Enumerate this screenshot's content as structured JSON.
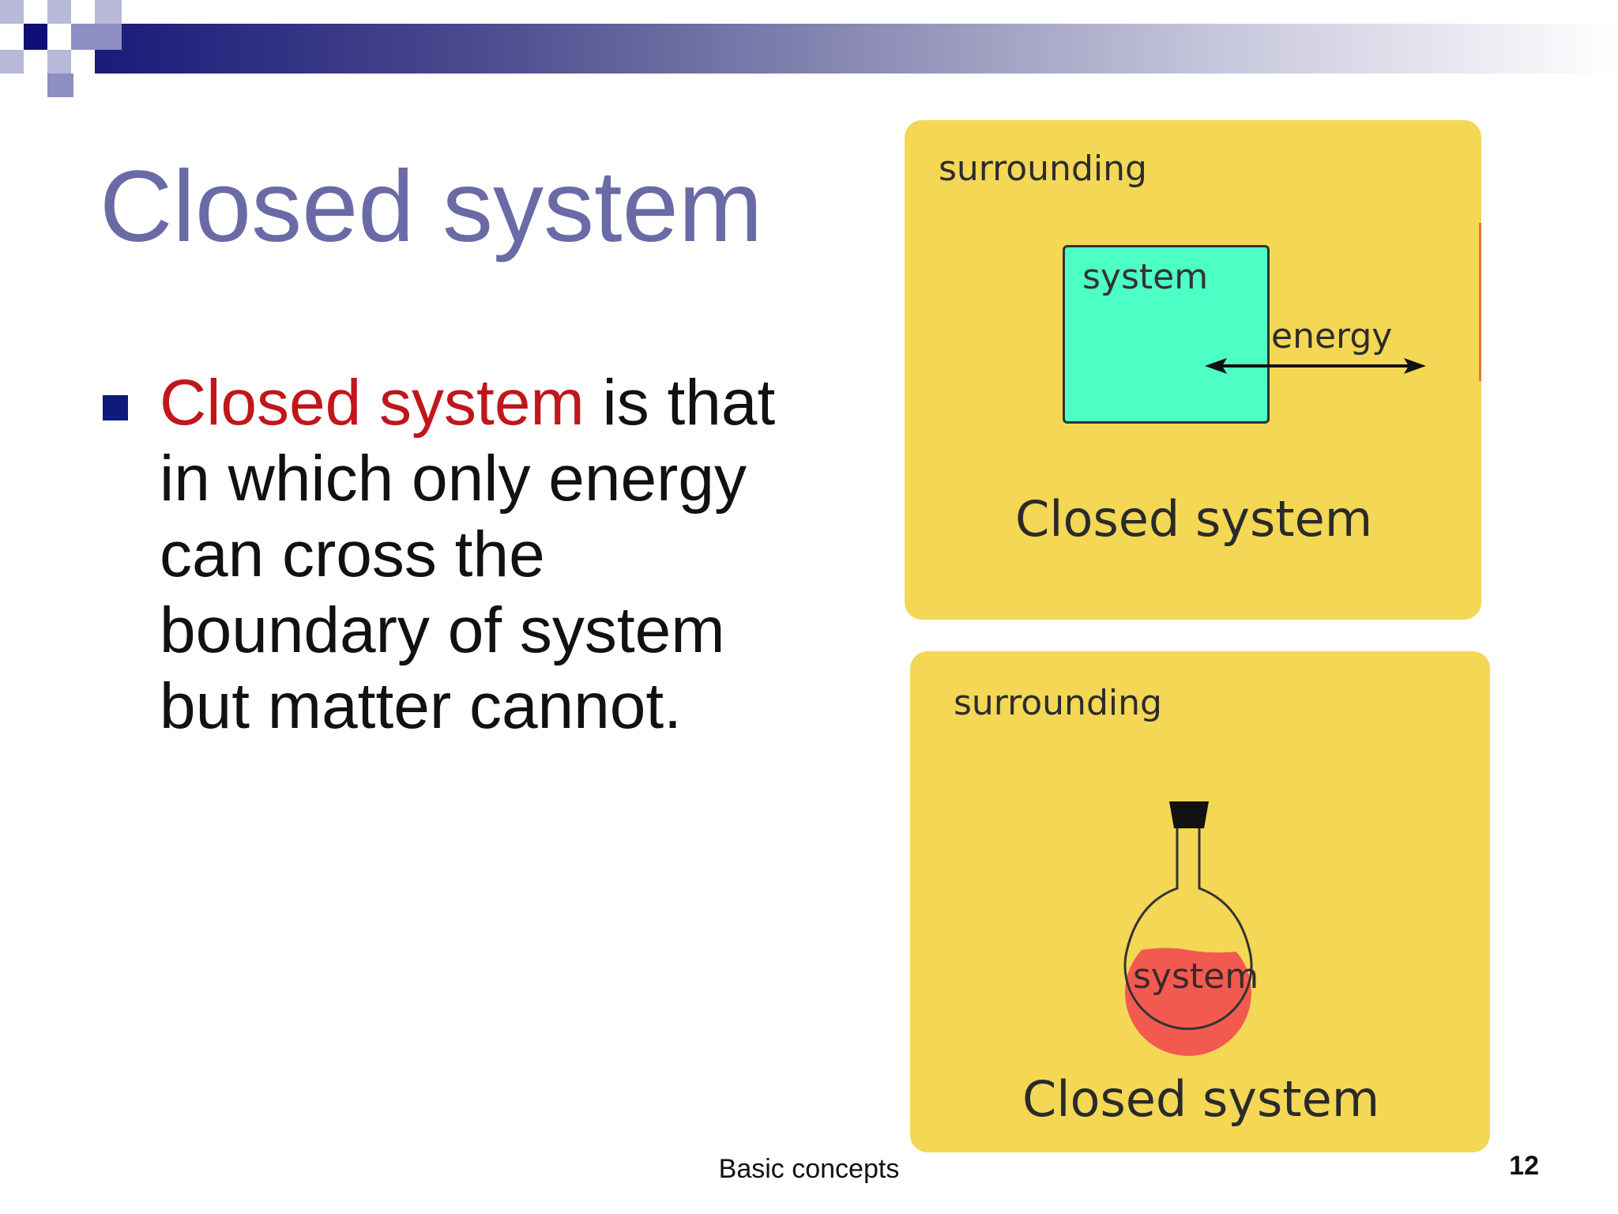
{
  "slide": {
    "title": "Closed system",
    "bullet": {
      "term": "Closed system",
      "text": " is that in which only energy can cross the boundary of system but matter cannot."
    }
  },
  "diagram_top": {
    "surrounding_label": "surrounding",
    "system_label": "system",
    "energy_label": "energy",
    "caption": "Closed system"
  },
  "diagram_bottom": {
    "surrounding_label": "surrounding",
    "system_label": "system",
    "caption": "Closed system"
  },
  "footer": {
    "text": "Basic concepts",
    "page_number": "12"
  },
  "colors": {
    "title": "#6a6aa6",
    "term": "#c0161c",
    "panel": "#f3d755",
    "system_box": "#4dffc4",
    "flask_liquid": "#f25a50",
    "bullet": "#0f1a7a"
  }
}
